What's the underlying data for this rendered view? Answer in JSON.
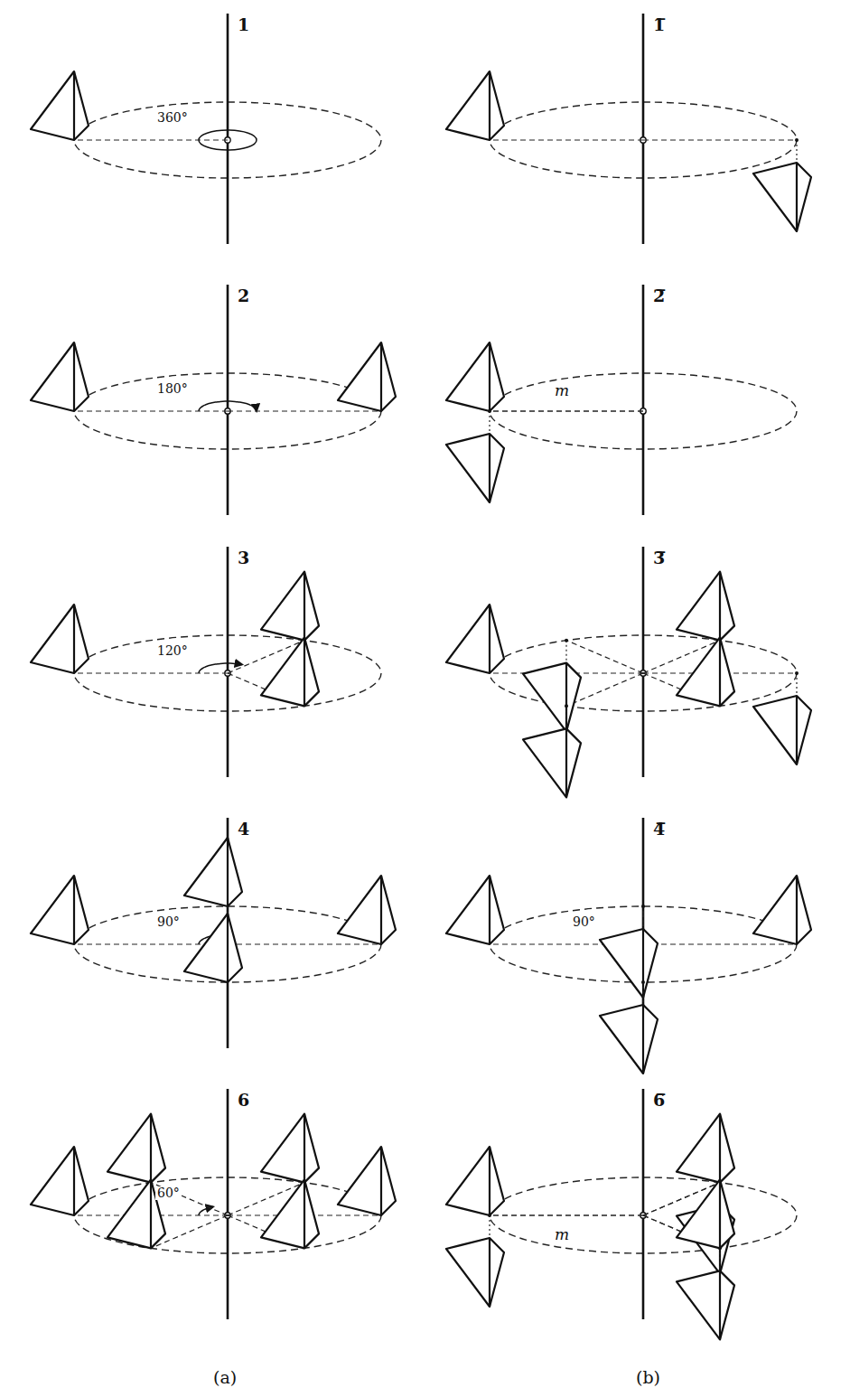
{
  "diagram": {
    "labels": [
      "1",
      "360°",
      "2",
      "180°",
      "3",
      "120°",
      "4",
      "90°",
      "6",
      "60°",
      "(a)",
      "1̅",
      "2̅",
      "m",
      "3̅",
      "4̅",
      "90°",
      "6̅",
      "m",
      "(b)"
    ]
  }
}
